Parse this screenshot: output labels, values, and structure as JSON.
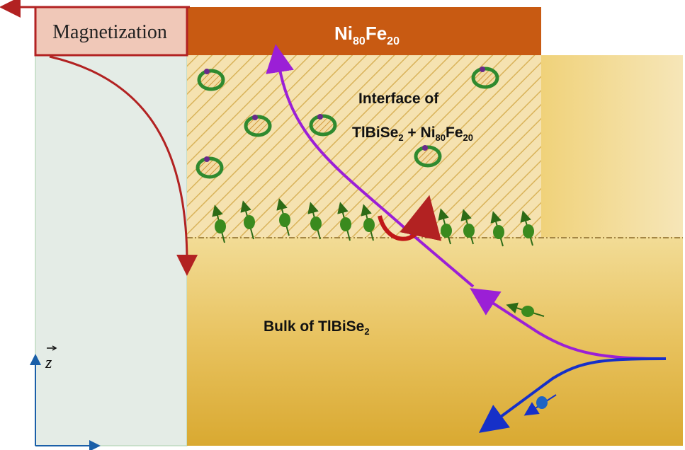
{
  "header": {
    "magnetization_label": "Magnetization",
    "layer_base": "Ni",
    "layer_sub1": "80",
    "layer_mid": "Fe",
    "layer_sub2": "20"
  },
  "interface": {
    "line1": "Interface of",
    "line2_base": "TlBiSe",
    "line2_sub": "2",
    "line2_plus": " + Ni",
    "line2_sub2": "80",
    "line2_fe": "Fe",
    "line2_sub3": "20"
  },
  "bulk": {
    "label_base": "Bulk of  TlBiSe",
    "label_sub": "2"
  },
  "axis": {
    "z_label": "z"
  },
  "colors": {
    "magnetization_curve": "#b22222",
    "magnetization_box": "#f0c8b8",
    "nife_bar": "#c85a12",
    "purple_path": "#9b1fd6",
    "blue_path": "#1630c8",
    "spin_green": "#3a8a1e",
    "bulk_gold": "#e6c15a",
    "left_panel": "#e4ece6"
  }
}
